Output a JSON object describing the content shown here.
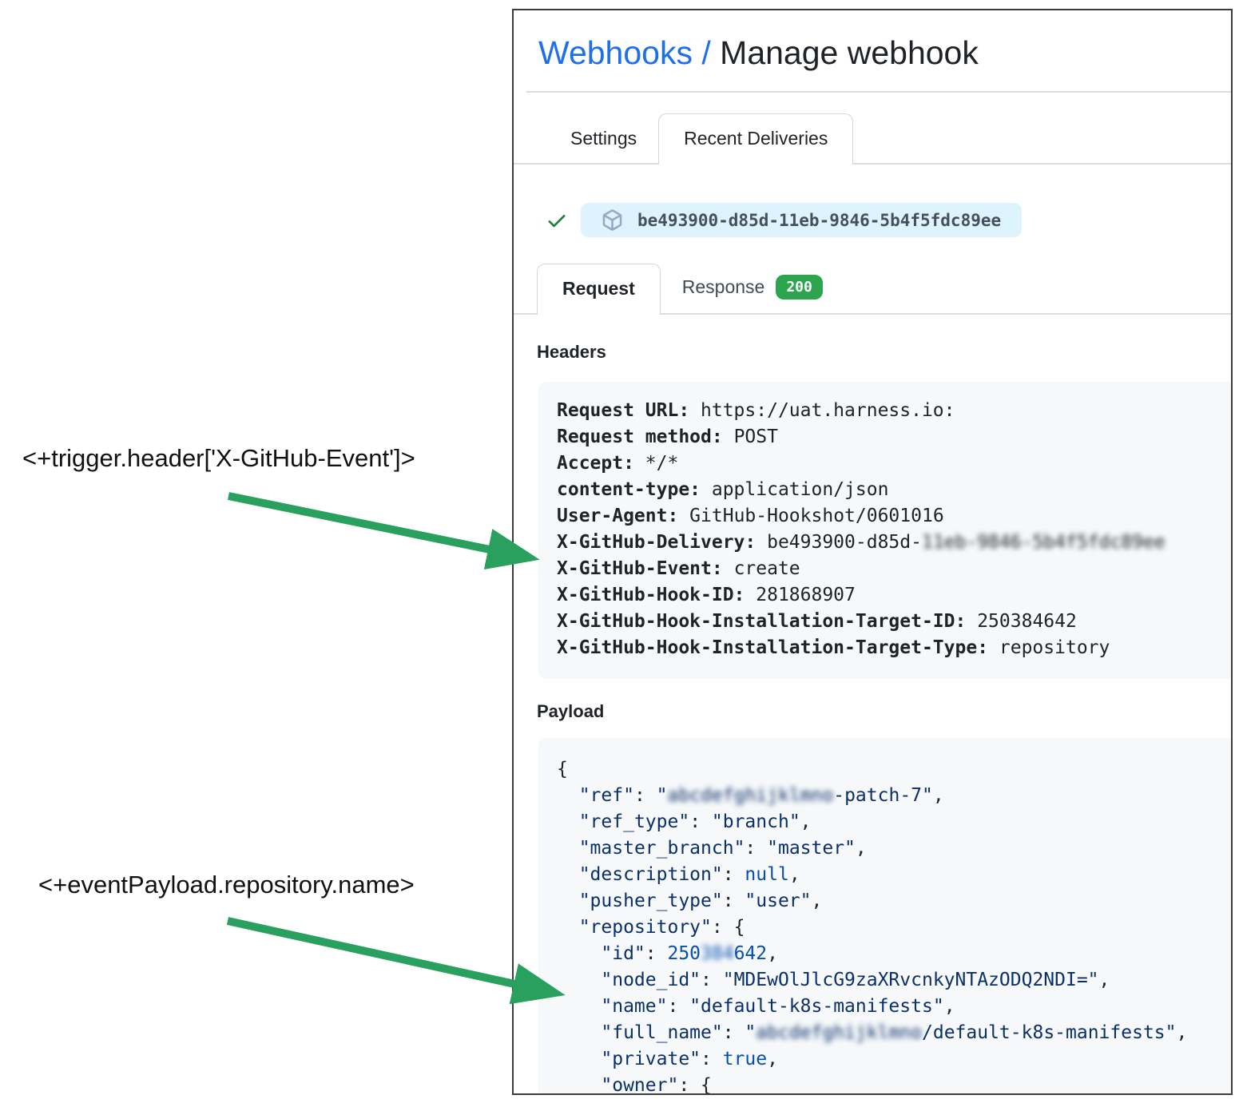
{
  "colors": {
    "accent_blue": "#1f6feb",
    "arrow_green": "#2aa05f",
    "badge_green": "#2da44e",
    "check_green": "#1a7f37",
    "pill_blue": "#ddf4ff",
    "code_bg": "#f6f8fa",
    "json_string": "#0a3069",
    "json_constant": "#0550ae"
  },
  "breadcrumb": {
    "link": "Webhooks /",
    "current": "Manage webhook"
  },
  "tabs": {
    "settings": "Settings",
    "recent_deliveries": "Recent Deliveries"
  },
  "delivery": {
    "guid": "be493900-d85d-11eb-9846-5b4f5fdc89ee"
  },
  "subtabs": {
    "request": "Request",
    "response": "Response",
    "response_status": "200"
  },
  "headers": {
    "heading": "Headers",
    "rows": [
      {
        "k": "Request URL:",
        "v": "https://uat.harness.io:"
      },
      {
        "k": "Request method:",
        "v": "POST"
      },
      {
        "k": "Accept:",
        "v": "*/*"
      },
      {
        "k": "content-type:",
        "v": "application/json"
      },
      {
        "k": "User-Agent:",
        "v": "GitHub-Hookshot/0601016"
      },
      {
        "k": "X-GitHub-Delivery:",
        "v": "be493900-d85d-",
        "blur": "11eb-9846-5b4f5fdc89ee"
      },
      {
        "k": "X-GitHub-Event:",
        "v": "create"
      },
      {
        "k": "X-GitHub-Hook-ID:",
        "v": "281868907"
      },
      {
        "k": "X-GitHub-Hook-Installation-Target-ID:",
        "v": "250384642"
      },
      {
        "k": "X-GitHub-Hook-Installation-Target-Type:",
        "v": "repository"
      }
    ]
  },
  "payload": {
    "heading": "Payload",
    "lines": [
      [
        {
          "t": "{",
          "c": "p"
        }
      ],
      [
        {
          "t": "  ",
          "c": "p"
        },
        {
          "t": "\"ref\"",
          "c": "s"
        },
        {
          "t": ": ",
          "c": "p"
        },
        {
          "t": "\"",
          "c": "s"
        },
        {
          "t": "abcdefghijklmno",
          "c": "s",
          "b": true
        },
        {
          "t": "-patch-7\"",
          "c": "s"
        },
        {
          "t": ",",
          "c": "p"
        }
      ],
      [
        {
          "t": "  ",
          "c": "p"
        },
        {
          "t": "\"ref_type\"",
          "c": "s"
        },
        {
          "t": ": ",
          "c": "p"
        },
        {
          "t": "\"branch\"",
          "c": "s"
        },
        {
          "t": ",",
          "c": "p"
        }
      ],
      [
        {
          "t": "  ",
          "c": "p"
        },
        {
          "t": "\"master_branch\"",
          "c": "s"
        },
        {
          "t": ": ",
          "c": "p"
        },
        {
          "t": "\"master\"",
          "c": "s"
        },
        {
          "t": ",",
          "c": "p"
        }
      ],
      [
        {
          "t": "  ",
          "c": "p"
        },
        {
          "t": "\"description\"",
          "c": "s"
        },
        {
          "t": ": ",
          "c": "p"
        },
        {
          "t": "null",
          "c": "n"
        },
        {
          "t": ",",
          "c": "p"
        }
      ],
      [
        {
          "t": "  ",
          "c": "p"
        },
        {
          "t": "\"pusher_type\"",
          "c": "s"
        },
        {
          "t": ": ",
          "c": "p"
        },
        {
          "t": "\"user\"",
          "c": "s"
        },
        {
          "t": ",",
          "c": "p"
        }
      ],
      [
        {
          "t": "  ",
          "c": "p"
        },
        {
          "t": "\"repository\"",
          "c": "s"
        },
        {
          "t": ": {",
          "c": "p"
        }
      ],
      [
        {
          "t": "    ",
          "c": "p"
        },
        {
          "t": "\"id\"",
          "c": "s"
        },
        {
          "t": ": ",
          "c": "p"
        },
        {
          "t": "250",
          "c": "n"
        },
        {
          "t": "384",
          "c": "n",
          "b": true
        },
        {
          "t": "642",
          "c": "n"
        },
        {
          "t": ",",
          "c": "p"
        }
      ],
      [
        {
          "t": "    ",
          "c": "p"
        },
        {
          "t": "\"node_id\"",
          "c": "s"
        },
        {
          "t": ": ",
          "c": "p"
        },
        {
          "t": "\"MDEwOlJlcG9zaXRvcnkyNTAzODQ2NDI=\"",
          "c": "s"
        },
        {
          "t": ",",
          "c": "p"
        }
      ],
      [
        {
          "t": "    ",
          "c": "p"
        },
        {
          "t": "\"name\"",
          "c": "s"
        },
        {
          "t": ": ",
          "c": "p"
        },
        {
          "t": "\"default-k8s-manifests\"",
          "c": "s"
        },
        {
          "t": ",",
          "c": "p"
        }
      ],
      [
        {
          "t": "    ",
          "c": "p"
        },
        {
          "t": "\"full_name\"",
          "c": "s"
        },
        {
          "t": ": ",
          "c": "p"
        },
        {
          "t": "\"",
          "c": "s"
        },
        {
          "t": "abcdefghijklmno",
          "c": "s",
          "b": true
        },
        {
          "t": "/default-k8s-manifests\"",
          "c": "s"
        },
        {
          "t": ",",
          "c": "p"
        }
      ],
      [
        {
          "t": "    ",
          "c": "p"
        },
        {
          "t": "\"private\"",
          "c": "s"
        },
        {
          "t": ": ",
          "c": "p"
        },
        {
          "t": "true",
          "c": "n"
        },
        {
          "t": ",",
          "c": "p"
        }
      ],
      [
        {
          "t": "    ",
          "c": "p"
        },
        {
          "t": "\"owner\"",
          "c": "s"
        },
        {
          "t": ": {",
          "c": "p"
        }
      ]
    ]
  },
  "annotations": {
    "trigger_header": "<+trigger.header['X-GitHub-Event']>",
    "event_payload": "<+eventPayload.repository.name>"
  }
}
